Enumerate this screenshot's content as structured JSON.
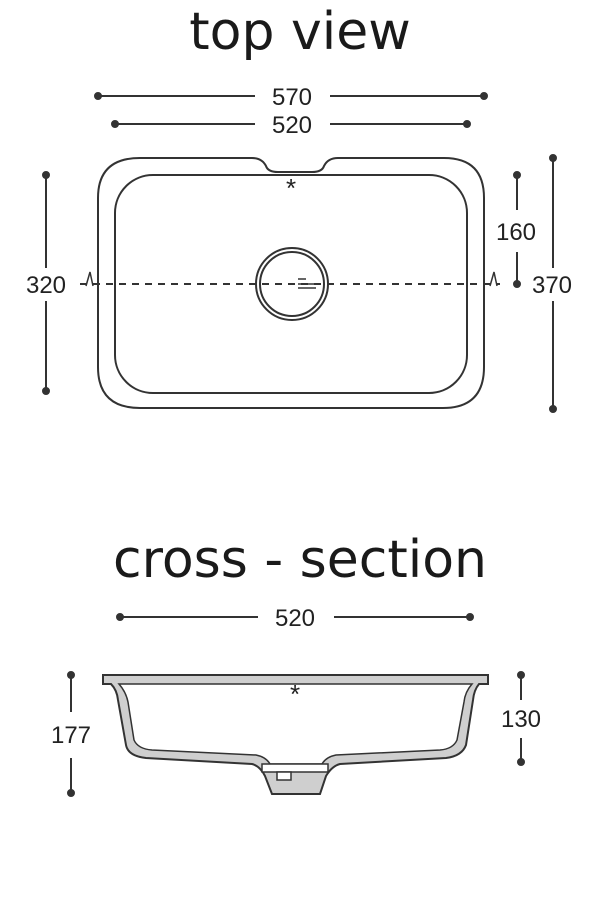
{
  "top_view": {
    "title": "top view",
    "dims": {
      "outer_width": "570",
      "inner_width": "520",
      "inner_depth": "320",
      "outer_depth": "370",
      "drain_offset": "160"
    },
    "mark": "*"
  },
  "cross_section": {
    "title": "cross - section",
    "dims": {
      "width": "520",
      "total_height": "177",
      "bowl_depth": "130"
    },
    "mark": "*"
  }
}
